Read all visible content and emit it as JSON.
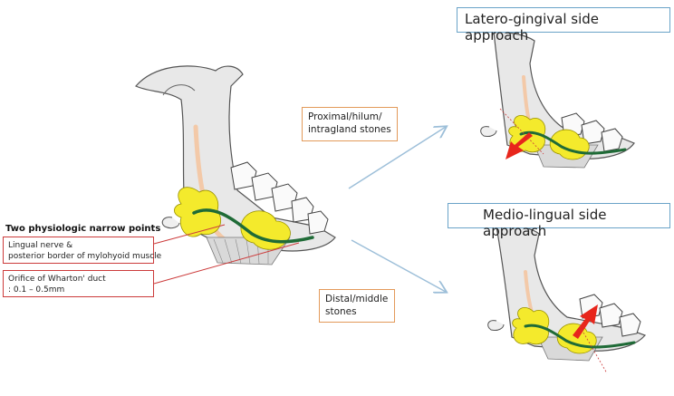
{
  "heading": "Two physiologic narrow points",
  "notes": [
    {
      "lines": [
        "Lingual nerve &",
        "posterior border of mylohyoid muscle"
      ]
    },
    {
      "lines": [
        "Orifice of Wharton' duct",
        ": 0.1 – 0.5mm"
      ]
    }
  ],
  "paths": [
    {
      "lines": [
        "Proximal/hilum/",
        "intragland stones"
      ]
    },
    {
      "lines": [
        "Distal/middle",
        "stones"
      ]
    }
  ],
  "approaches": [
    {
      "title": "Latero-gingival side approach"
    },
    {
      "title": "Medio-lingual side approach"
    }
  ],
  "colors": {
    "gland": "#f4ea2c",
    "duct": "#1f6b37",
    "nerve": "#f3c9a8",
    "bone": "#e4e4e4",
    "arrow_red": "#e8261c",
    "note_border": "#cc3b3b",
    "label_border": "#e39a5a",
    "title_border": "#6aa3c8",
    "path_arrow": "#9dbfd9"
  }
}
